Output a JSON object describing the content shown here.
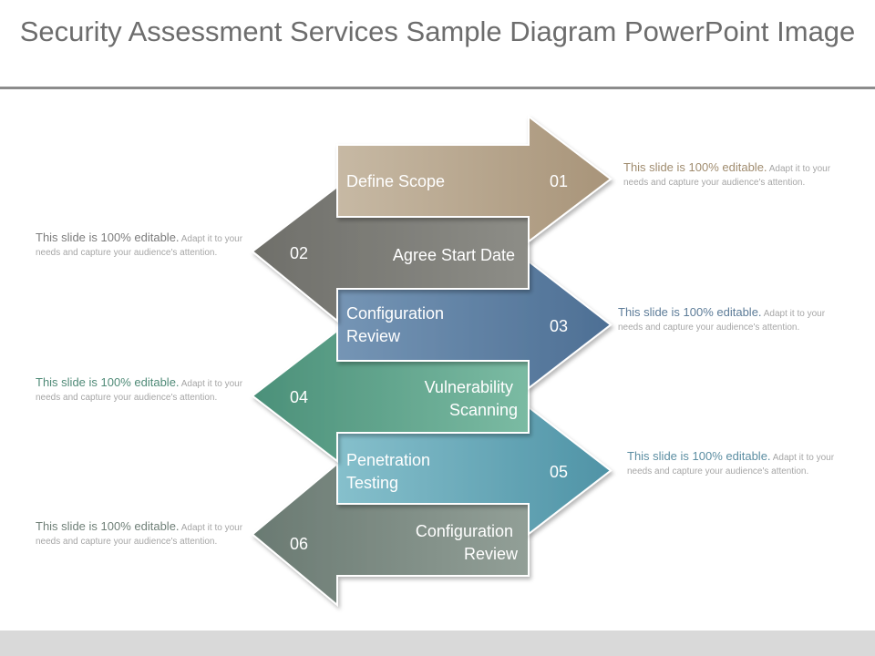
{
  "title": "Security Assessment Services Sample Diagram PowerPoint Image",
  "steps": [
    {
      "number": "01",
      "label": "Define Scope",
      "direction": "right",
      "color": "#b19f85"
    },
    {
      "number": "02",
      "label": "Agree Start Date",
      "direction": "left",
      "color": "#7c7c76"
    },
    {
      "number": "03",
      "label": "Configuration Review",
      "direction": "right",
      "color": "#5c7fa3"
    },
    {
      "number": "04",
      "label": "Vulnerability Scanning",
      "direction": "left",
      "color": "#5b9e86"
    },
    {
      "number": "05",
      "label": "Penetration Testing",
      "direction": "right",
      "color": "#68a9b9"
    },
    {
      "number": "06",
      "label": "Configuration Review",
      "direction": "left",
      "color": "#7d8c83"
    }
  ],
  "notes": [
    {
      "lead": "This slide is 100% editable.",
      "rest": "Adapt it to your needs and capture your audience's attention."
    },
    {
      "lead": "This slide is 100% editable.",
      "rest": "Adapt it to your needs and capture your audience's attention."
    },
    {
      "lead": "This slide is 100% editable.",
      "rest": "Adapt it to your needs and capture your audience's attention."
    },
    {
      "lead": "This slide is 100% editable.",
      "rest": "Adapt it to your needs and capture your audience's attention."
    },
    {
      "lead": "This slide is 100% editable.",
      "rest": "Adapt it to your needs and capture your audience's attention."
    },
    {
      "lead": "This slide is 100% editable.",
      "rest": "Adapt it to your needs and capture your audience's attention."
    }
  ]
}
